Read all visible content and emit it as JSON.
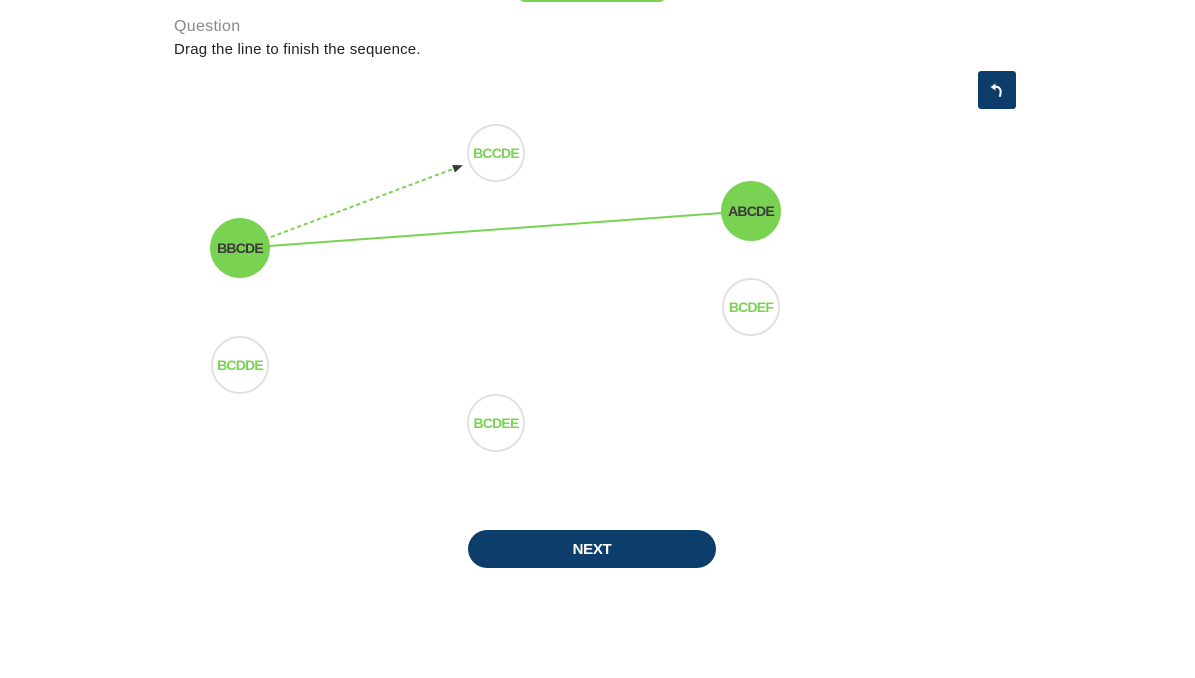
{
  "question": {
    "label": "Question",
    "prompt": "Drag the line to finish the sequence."
  },
  "nodes": [
    {
      "id": "n1",
      "label": "BBCDE",
      "state": "connected"
    },
    {
      "id": "n2",
      "label": "BCCDE",
      "state": "open"
    },
    {
      "id": "n3",
      "label": "ABCDE",
      "state": "connected"
    },
    {
      "id": "n4",
      "label": "BCDEF",
      "state": "open"
    },
    {
      "id": "n5",
      "label": "BCDDE",
      "state": "open"
    },
    {
      "id": "n6",
      "label": "BCDEE",
      "state": "open"
    }
  ],
  "connections": [
    {
      "from": "ABCDE",
      "to": "BBCDE",
      "style": "solid"
    },
    {
      "from": "BBCDE",
      "to": "BCCDE",
      "style": "dashed-arrow"
    }
  ],
  "buttons": {
    "next_label": "NEXT",
    "undo_icon": "undo-icon"
  },
  "colors": {
    "accent_green": "#79d251",
    "node_text_dark": "#3a3a3a",
    "node_border": "#e0e0e0",
    "primary_navy": "#0d3d6b"
  }
}
